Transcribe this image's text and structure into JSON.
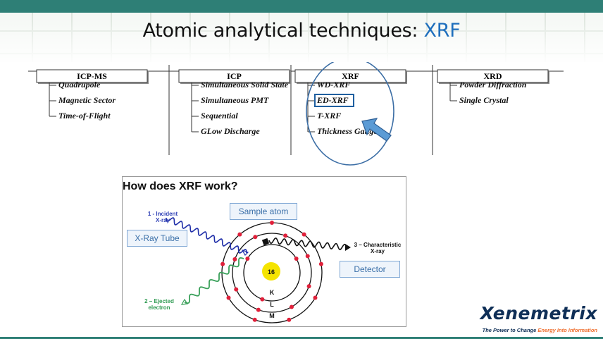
{
  "slide": {
    "title_main": "Atomic analytical techniques: ",
    "title_accent": "XRF",
    "accent_color": "#1f6fbd",
    "theme_color": "#2e7f76"
  },
  "hierarchy": {
    "categories": [
      {
        "name": "ICP-MS",
        "items": [
          "Quadrupole",
          "Magnetic Sector",
          "Time-of-Flight"
        ]
      },
      {
        "name": "ICP",
        "items": [
          "Simultaneous Solid State",
          "Simultaneous PMT",
          "Sequential",
          "GLow Discharge"
        ]
      },
      {
        "name": "XRF",
        "items": [
          "WD-XRF",
          "ED-XRF",
          "T-XRF",
          "Thickness Gauge"
        ],
        "highlighted_item": "ED-XRF"
      },
      {
        "name": "XRD",
        "items": [
          "Powder Diffraction",
          "Single Crystal"
        ]
      }
    ]
  },
  "xrf_diagram": {
    "heading": "How does XRF work?",
    "sample_atom_label": "Sample atom",
    "tube_label": "X-Ray Tube",
    "detector_label": "Detector",
    "incident_label_1": "1 - Incident",
    "incident_label_2": "X-ray",
    "ejected_label_1": "2 – Ejected",
    "ejected_label_2": "electron",
    "characteristic_label_1": "3 – Characteristic",
    "characteristic_label_2": "X-ray",
    "nucleus_label": "16",
    "shell_labels": [
      "K",
      "L",
      "M"
    ]
  },
  "logo": {
    "name": "Xenemetrix",
    "tagline_start": "The Power to Change ",
    "tagline_accent": "Energy Into Information"
  }
}
